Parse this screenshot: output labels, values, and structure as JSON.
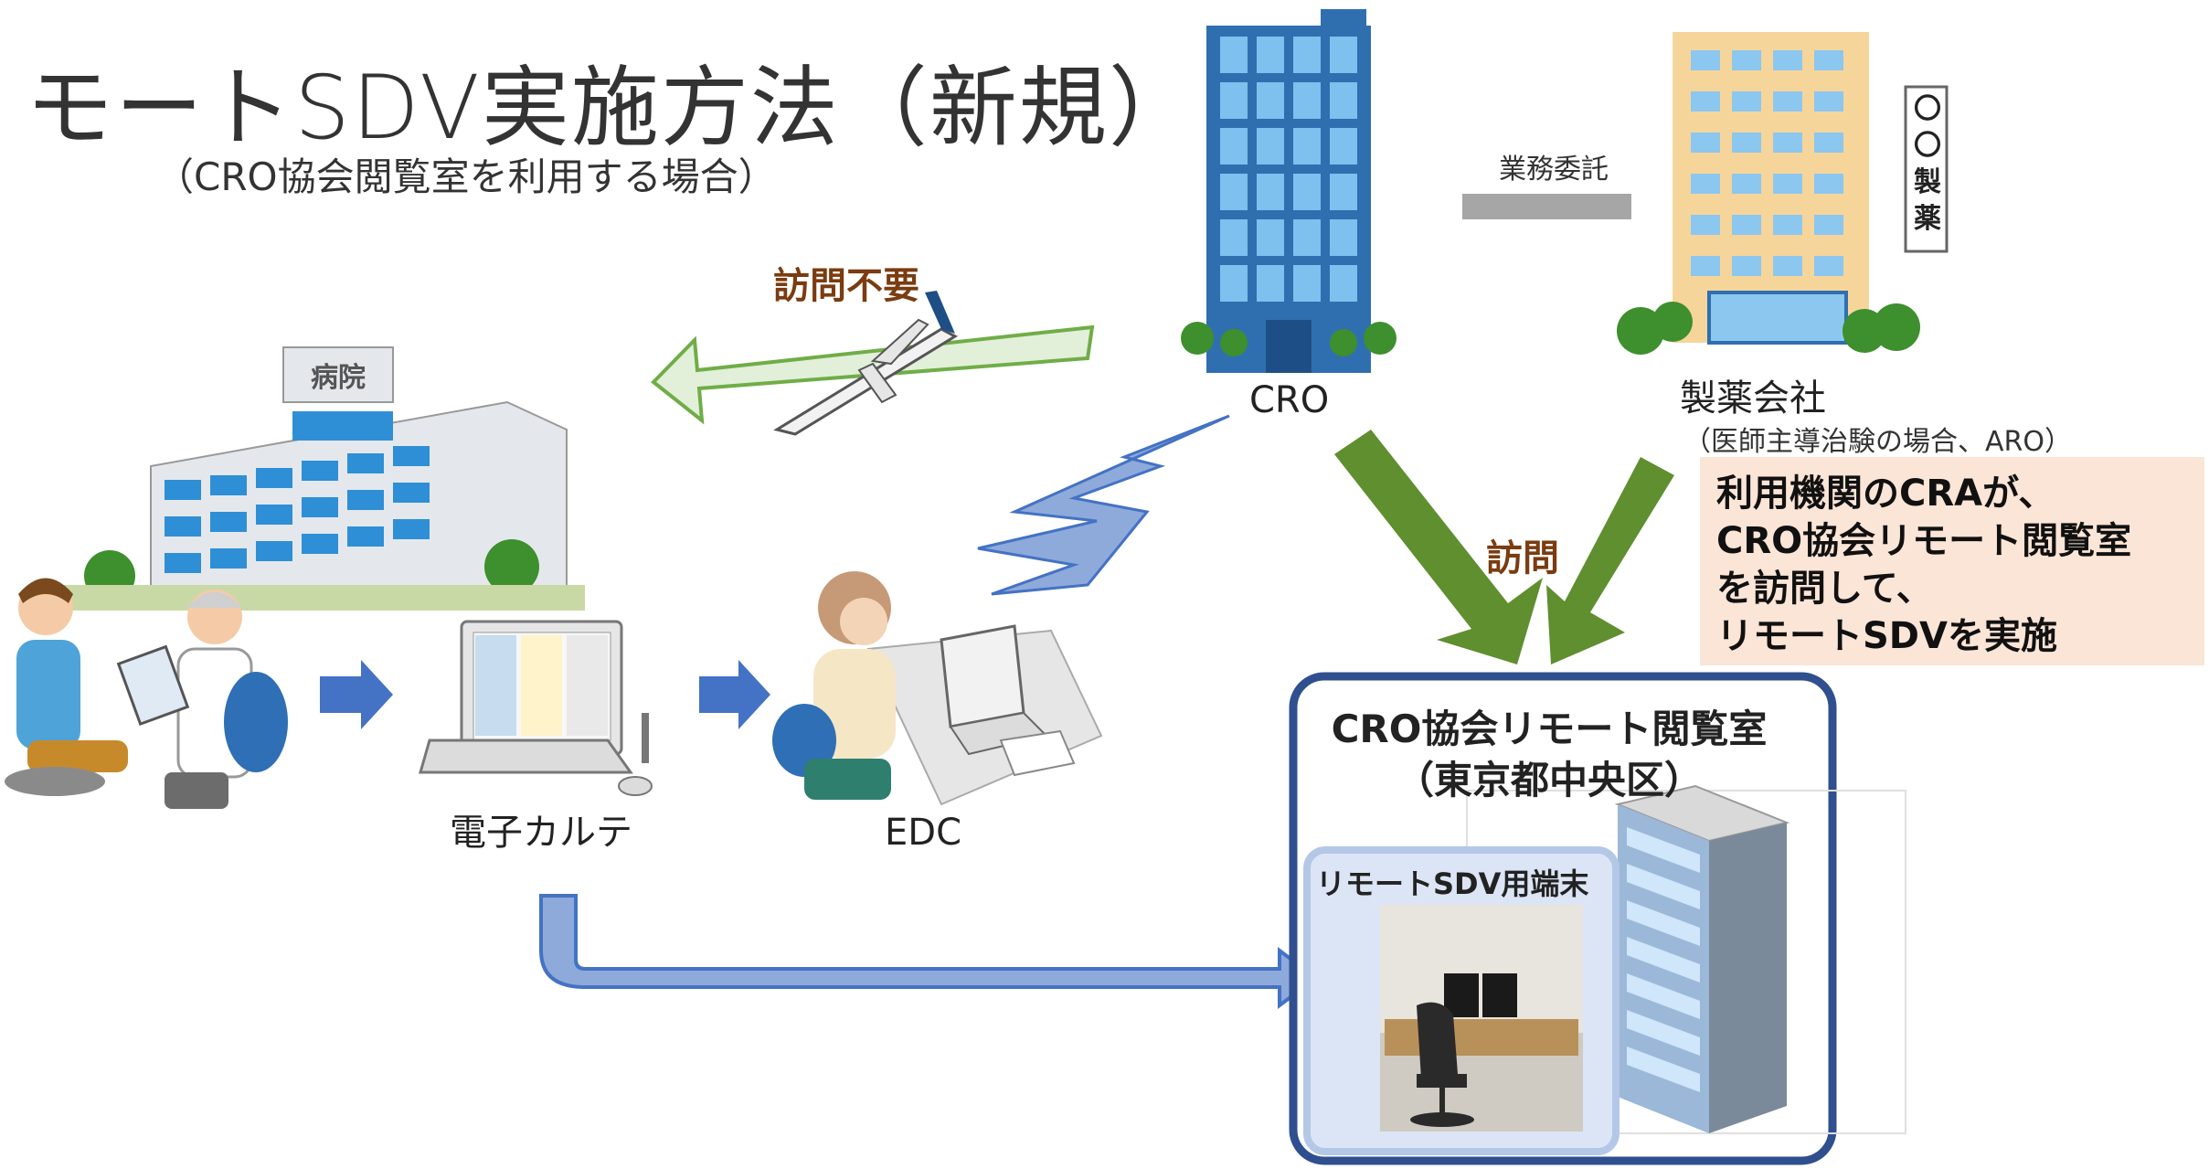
{
  "title": "モートSDV実施方法（新規）",
  "subtitle": "（CRO協会閲覧室を利用する場合）",
  "nodes": {
    "cro_label": "CRO",
    "pharma_label": "製薬会社",
    "pharma_sub": "（医師主導治験の場合、ARO）",
    "pharma_sign": [
      "〇",
      "〇",
      "製",
      "薬"
    ],
    "hospital_sign": "病院",
    "ehr_label": "電子カルテ",
    "edc_label": "EDC"
  },
  "annotations": {
    "outsourcing": "業務委託",
    "no_visit": "訪問不要",
    "visit": "訪問"
  },
  "callout": [
    "利用機関のCRAが、",
    "CRO協会リモート閲覧室",
    "を訪問して、",
    "リモートSDVを実施"
  ],
  "room": {
    "title": "CRO協会リモート閲覧室",
    "location": "（東京都中央区）",
    "terminal_label": "リモートSDV用端末"
  },
  "colors": {
    "green_arrow": "#5f8f2f",
    "blue_arrow": "#4472c4",
    "room_border": "#2f4f8f",
    "callout_bg": "#fbe5d6",
    "lightning": "#8eaadb"
  }
}
